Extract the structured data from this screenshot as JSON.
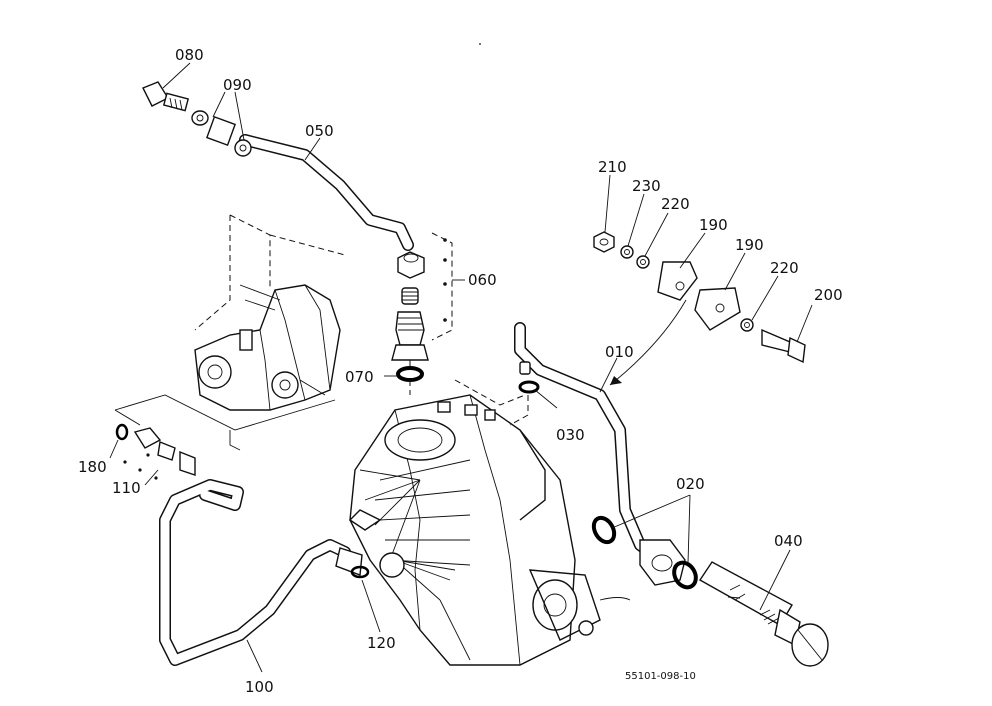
{
  "labels": {
    "p010": "010",
    "p020": "020",
    "p030": "030",
    "p040": "040",
    "p050": "050",
    "p060": "060",
    "p070": "070",
    "p080": "080",
    "p090": "090",
    "p100": "100",
    "p110": "110",
    "p120": "120",
    "p180": "180",
    "p190a": "190",
    "p190b": "190",
    "p200": "200",
    "p210": "210",
    "p220a": "220",
    "p220b": "220",
    "p230": "230"
  },
  "drawing_code": "55101-098-10"
}
